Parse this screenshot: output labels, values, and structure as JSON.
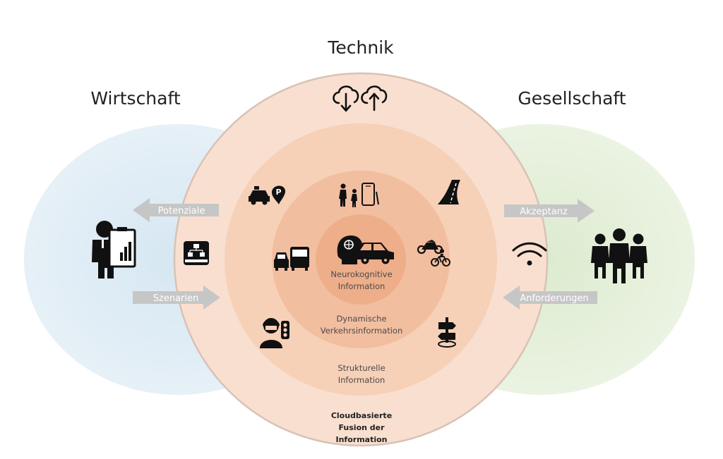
{
  "titles": {
    "top": "Technik",
    "left": "Wirtschaft",
    "right": "Gesellschaft"
  },
  "arrows": {
    "left_out": "Potenziale",
    "left_in": "Szenarien",
    "right_out": "Akzeptanz",
    "right_in": "Anforderungen"
  },
  "rings": {
    "core": [
      "Neurokognitive",
      "Information"
    ],
    "dynamic": [
      "Dynamische",
      "Verkehrsinformation"
    ],
    "structural": [
      "Strukturelle",
      "Information"
    ],
    "cloud": [
      "Cloudbasierte",
      "Fusion der",
      "Information"
    ]
  },
  "icons": [
    "cloud-download-icon",
    "cloud-upload-icon",
    "ev-charging-parking-icon",
    "pedestrian-smartphone-icon",
    "road-icon",
    "network-device-icon",
    "car-bus-icon",
    "brain-icon",
    "car-icon",
    "motorbike-bicycle-icon",
    "wifi-icon",
    "driver-traffic-light-icon",
    "signpost-icon",
    "business-presenter-icon",
    "people-group-icon"
  ],
  "colors": {
    "left_ellipse": "#dbeaf3",
    "right_ellipse": "#e4efd9",
    "outer_circle": "#f9dfcf",
    "ring2": "#f6d0b7",
    "ring3": "#f2bea0",
    "core": "#eeae8a",
    "arrow": "#c6c6c6"
  }
}
